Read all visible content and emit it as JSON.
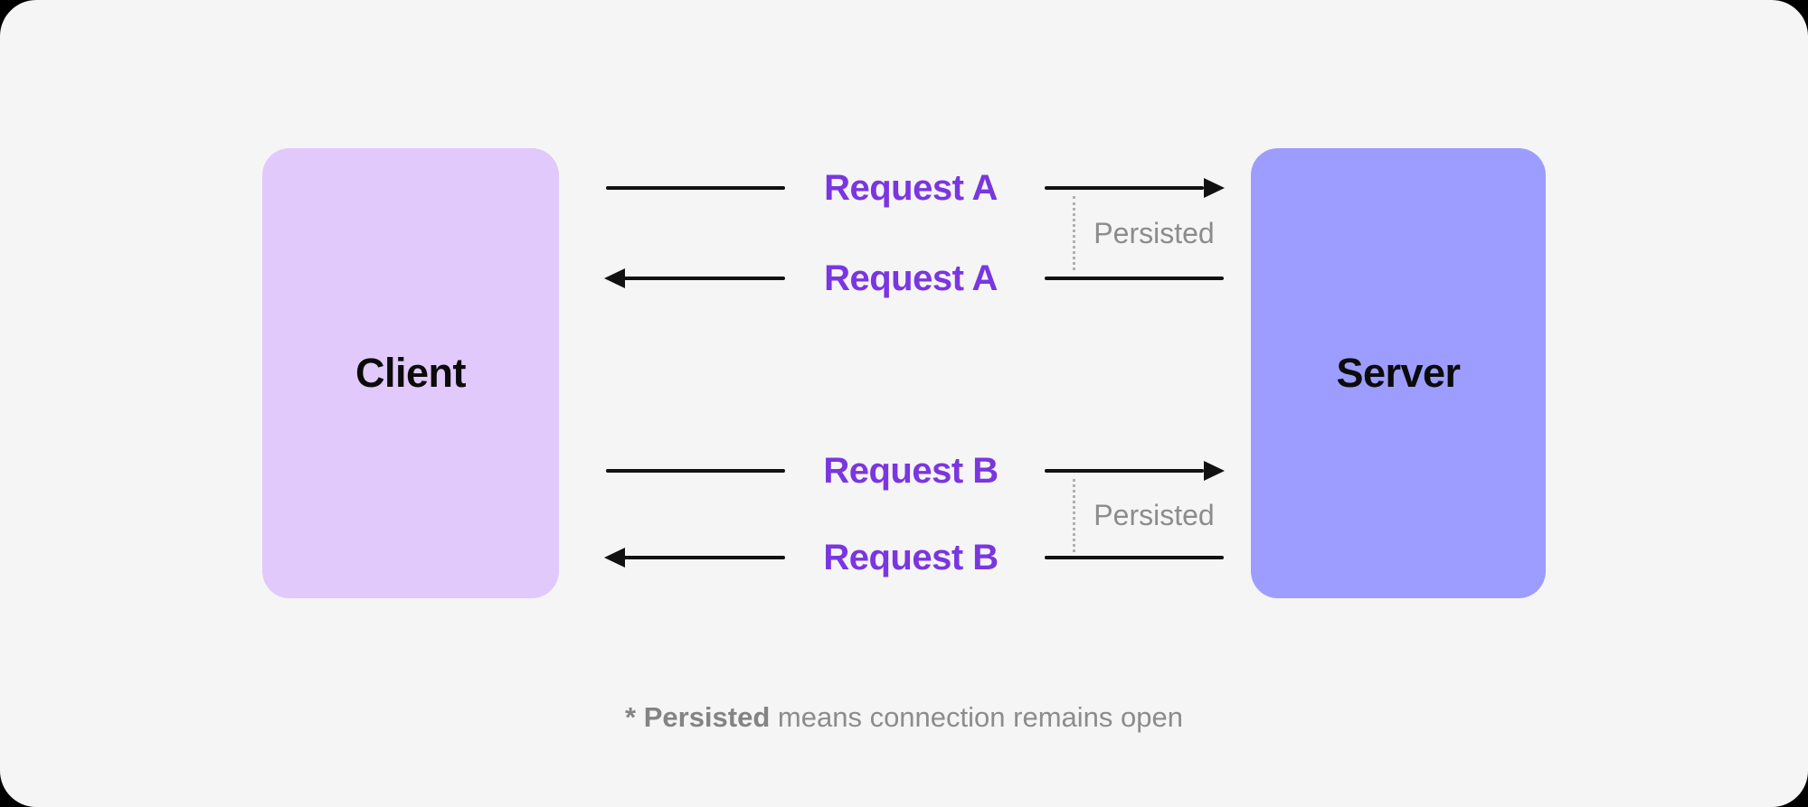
{
  "diagram": {
    "client_label": "Client",
    "server_label": "Server",
    "flows": [
      {
        "label": "Request A",
        "direction": "client-to-server"
      },
      {
        "label": "Request A",
        "direction": "server-to-client"
      },
      {
        "label": "Request B",
        "direction": "client-to-server"
      },
      {
        "label": "Request B",
        "direction": "server-to-client"
      }
    ],
    "connectors": [
      {
        "label": "Persisted"
      },
      {
        "label": "Persisted"
      }
    ],
    "footnote": {
      "term": "* Persisted",
      "rest": " means connection remains open"
    }
  },
  "colors": {
    "outside_background": "#000000",
    "panel_background": "#F5F5F6",
    "client_fill": "#E2C9FC",
    "server_fill": "#9C9DFE",
    "node_text": "#0B0B0B",
    "request_label_text": "#7A36E0",
    "muted_text": "#8C8C8C",
    "arrow": "#111111",
    "dotted_connector": "#B0B0B0"
  }
}
